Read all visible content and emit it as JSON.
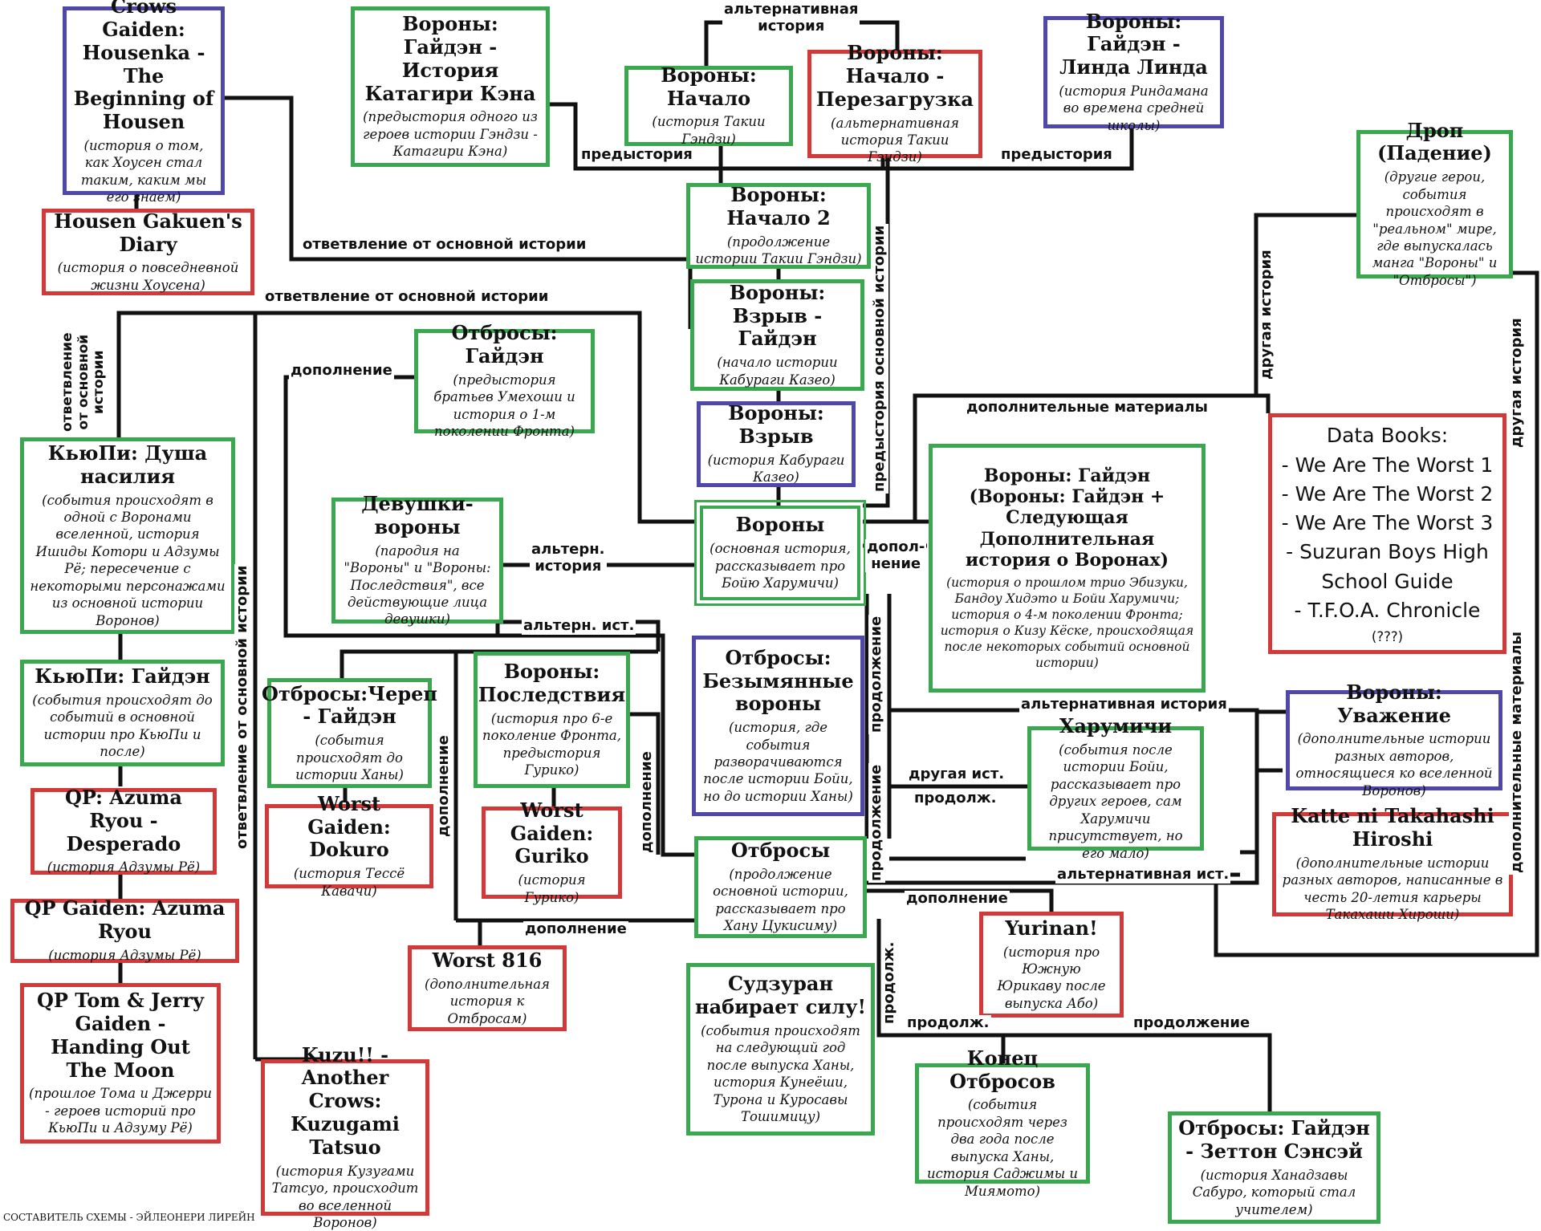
{
  "nodes": {
    "housenka": {
      "title": "Crows Gaiden: Housenka - The Beginning of Housen",
      "desc": "(история о том, как Хоусен стал таким, каким мы его знаем)"
    },
    "housen_diary": {
      "title": "Housen Gakuen's Diary",
      "desc": "(история о повседневной жизни Хоусена)"
    },
    "katagiri": {
      "title": "Вороны: Гайдэн - История Катагири Кэна",
      "desc": "(предыстория одного из героев истории Гэндзи - Катагири Кэна)"
    },
    "nachalo": {
      "title": "Вороны: Начало",
      "desc": "(история Такии Гэндзи)"
    },
    "reboot": {
      "title": "Вороны: Начало - Перезагрузка",
      "desc": "(альтернативная история Такии Гэндзи)"
    },
    "linda": {
      "title": "Вороны: Гайдэн - Линда Линда",
      "desc": "(история Риндамана во времена средней школы)"
    },
    "drop": {
      "title": "Дроп (Падение)",
      "desc": "(другие герои, события происходят в \"реальном\" мире, где выпускалась манга \"Вороны\" и \"Отбросы\")"
    },
    "nachalo2": {
      "title": "Вороны: Начало 2",
      "desc": "(продолжение истории Такии Гэндзи)"
    },
    "vzryv_gaiden": {
      "title": "Вороны: Взрыв - Гайдэн",
      "desc": "(начало истории Кабураги Казео)"
    },
    "vzryv": {
      "title": "Вороны: Взрыв",
      "desc": "(история Кабураги Казео)"
    },
    "otbrosy_gaiden": {
      "title": "Отбросы: Гайдэн",
      "desc": "(предыстория братьев Умехоши и история о 1-м поколении Фронта)"
    },
    "qp_dusha": {
      "title": "КьюПи: Душа насилия",
      "desc": "(события происходят в одной с Воронами вселенной, история Ишиды Котори и Адзумы Рё; пересечение с некоторыми персонажами из основной истории Воронов)"
    },
    "devushki": {
      "title": "Девушки-вороны",
      "desc": "(пародия на \"Вороны\" и \"Вороны: Последствия\", все действующие лица девушки)"
    },
    "vorony": {
      "title": "Вороны",
      "desc": "(основная история, рассказывает про Бойю Харумичи)"
    },
    "gaiden_plus": {
      "title": "Вороны: Гайдэн (Вороны: Гайдэн + Следующая Дополнительная история о Воронах)",
      "desc": "(история о прошлом трио Эбизуки, Бандоу Хидэто и Бойи Харумичи; история о 4-м поколении Фронта; история о Кизу Кёске, происходящая после некоторых событий основной истории)"
    },
    "data_books": {
      "title": "Data Books:\n- We Are The Worst 1\n- We Are The Worst 2\n- We Are The Worst 3\n-  Suzuran Boys High School Guide\n-   T.F.O.A. Chronicle",
      "desc": "(???)"
    },
    "qp_gaiden": {
      "title": "КьюПи: Гайдэн",
      "desc": "(события происходят до событий в основной истории про КьюПи и после)"
    },
    "cherep": {
      "title": "Отбросы:Череп - Гайдэн",
      "desc": "(события происходят до истории Ханы)"
    },
    "posledstviya": {
      "title": "Вороны: Последствия",
      "desc": "(история про 6-е поколение Фронта, предыстория Гурико)"
    },
    "bezymyannye": {
      "title": "Отбросы: Безымянные вороны",
      "desc": "(история, где события разворачиваются после истории Бойи, но до истории Ханы)"
    },
    "harumichi": {
      "title": "Харумичи",
      "desc": "(события после истории Бойи, рассказывает про других героев, сам Харумичи присутствует, но его мало)"
    },
    "uvazhenie": {
      "title": "Вороны: Уважение",
      "desc": "(дополнительные истории разных авторов, относящиеся ко вселенной Воронов)"
    },
    "desperado": {
      "title": "QP: Azuma Ryou - Desperado",
      "desc": "(история Адзумы Рё)"
    },
    "dokuro": {
      "title": "Worst Gaiden: Dokuro",
      "desc": "(история Тессё Кавачи)"
    },
    "guriko": {
      "title": "Worst Gaiden: Guriko",
      "desc": "(история Гурико)"
    },
    "katte": {
      "title": "Katte ni Takahashi Hiroshi",
      "desc": "(дополнительные истории разных авторов, написанные в честь 20-летия карьеры Такахаши Хироши)"
    },
    "otbrosy": {
      "title": "Отбросы",
      "desc": "(продолжение основной истории, рассказывает про Хану Цукисиму)"
    },
    "qp_azuma": {
      "title": "QP Gaiden: Azuma Ryou",
      "desc": "(история Адзумы Рё)"
    },
    "worst816": {
      "title": "Worst 816",
      "desc": "(дополнительная история к Отбросам)"
    },
    "yurinan": {
      "title": "Yurinan!",
      "desc": "(история про Южную Юрикаву после выпуска Або)"
    },
    "tomjerry": {
      "title": "QP Tom & Jerry Gaiden - Handing Out The Moon",
      "desc": "(прошлое Тома и Джерри - героев историй про КьюПи и Адзуму Рё)"
    },
    "sudzuran": {
      "title": "Судзуран набирает силу!",
      "desc": "(события происходят на следующий год после выпуска Ханы, история Кунеёши, Турона и Куросавы Тошимицу)"
    },
    "kuzu": {
      "title": "Kuzu!! - Another Crows: Kuzugami Tatsuo",
      "desc": "(история Кузугами Татсуо, происходит во вселенной Воронов)"
    },
    "konec": {
      "title": "Конец Отбросов",
      "desc": "(события происходят через два года после выпуска Ханы, история Саджимы и Миямото)"
    },
    "zenmon": {
      "title": "Отбросы: Гайдэн - Зеттон Сэнсэй",
      "desc": "(история Ханадзавы Сабуро, который стал учителем)"
    }
  },
  "labels": {
    "alt_story_top": "альтернативная\nистория",
    "prequel_left": "предыстория",
    "prequel_right": "предыстория",
    "branch1": "ответвление от основной истории",
    "branch2": "ответвление от основной истории",
    "branch3": "ответвление\nот основной\nистории",
    "branch4": "ответвление от основной истории",
    "dopolnenie_top": "дополнение",
    "prequel_main": "предыстория основной истории",
    "dop_materials": "дополнительные материалы",
    "other_story1": "другая история",
    "other_story2": "другая история",
    "dop_materials2": "дополнительные материалы",
    "altern_story": "альтерн.\nистория",
    "dopol_nenie": "допол-\nнение",
    "altern_ist": "альтерн. ист.",
    "prodolzhenie1": "продолжение",
    "alt_story_mid": "альтернативная история",
    "dopolnenie_v1": "дополнение",
    "dopolnenie_v2": "дополнение",
    "prodolzhenie2": "продолжение",
    "drugaya_ist": "другая ист.",
    "prodolzh": "продолж.",
    "alt_ist2": "альтернативная ист.",
    "dopolnenie_mid": "дополнение",
    "dopolnenie_bottom": "дополнение",
    "prodolzh_v": "продолж.",
    "prodolzh2": "продолж.",
    "prodolzhenie3": "продолжение"
  },
  "credit": "СОСТАВИТЕЛЬ СХЕМЫ - ЭЙЛЕОНЕРИ ЛИРЕЙН",
  "colors": {
    "green": "#3aa84f",
    "red": "#d23a3a",
    "purple": "#5048a8",
    "line": "#111111"
  }
}
